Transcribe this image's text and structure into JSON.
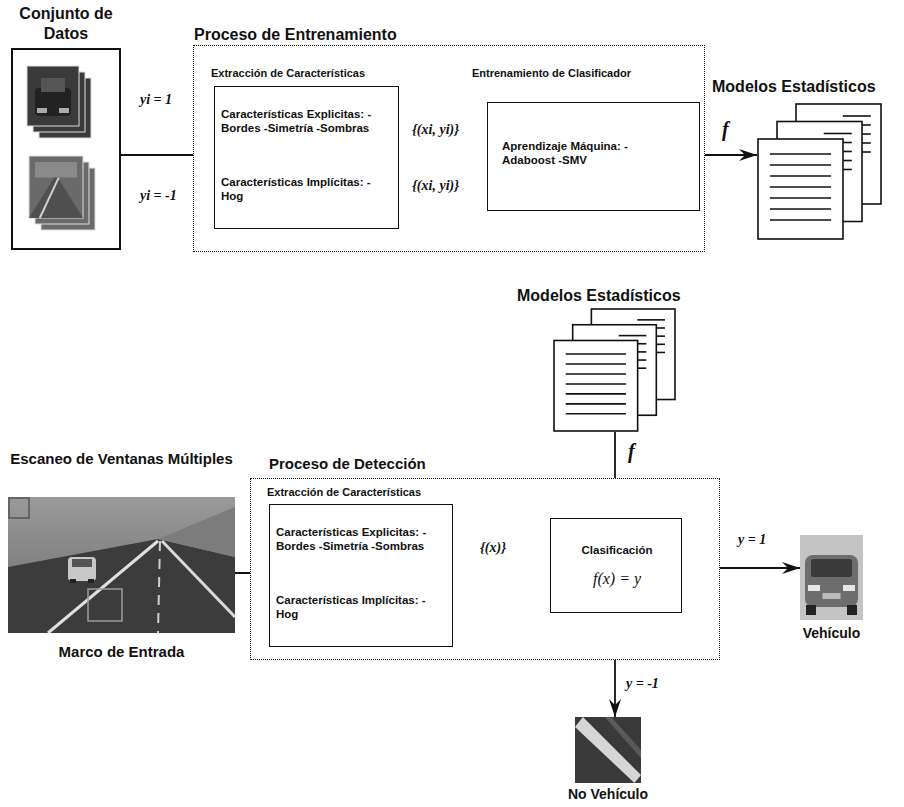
{
  "diagram": {
    "nodes": [
      {
        "text": [
          "Conjunto de Datos"
        ]
      },
      {
        "text": [
          "Proceso de Entrenamiento"
        ]
      },
      {
        "text": [
          "Extracción de Características",
          "Características Explicitas: -Bordes -Simetría -Sombras",
          "Características Implícitas: -Hog"
        ],
        "in": 1
      },
      {
        "text": [
          "Entrenamiento de Clasificador",
          "Aprendizaje Máquina: -Adaboost -SMV"
        ],
        "in": 1
      },
      {
        "text": [
          "Modelos Estadísticos"
        ]
      },
      {
        "text": [
          "Modelos Estadísticos"
        ]
      },
      {
        "text": [
          "Escaneo de Ventanas Múltiples",
          "Marco de Entrada"
        ]
      },
      {
        "text": [
          "Proceso de Detección"
        ]
      },
      {
        "text": [
          "Extracción de Características",
          "Características Explicitas: -Bordes -Simetría -Sombras",
          "Características Implícitas: -Hog"
        ],
        "in": 7
      },
      {
        "text": [
          "Clasificación",
          "f(x) = y"
        ],
        "in": 7
      },
      {
        "text": [
          "Vehículo"
        ]
      },
      {
        "text": [
          "No Vehículo"
        ]
      }
    ],
    "edges": [
      {
        "from": 0,
        "to": 2,
        "label": "yi = 1",
        "arrow": "to"
      },
      {
        "from": 2,
        "to": 3,
        "label": "{(xi, yi)}",
        "arrow": "to"
      },
      {
        "from": 3,
        "to": 4,
        "label": "f",
        "arrow": "to"
      },
      {
        "from": 5,
        "to": 9,
        "label": "f",
        "arrow": "to"
      },
      {
        "from": 6,
        "to": 8,
        "arrow": "to"
      },
      {
        "from": 8,
        "to": 9,
        "label": "{(x)}",
        "arrow": "to"
      },
      {
        "from": 9,
        "to": 10,
        "label": "y = 1",
        "arrow": "to"
      },
      {
        "from": 9,
        "to": 11,
        "label": "y = -1",
        "arrow": "to"
      }
    ],
    "labels": [
      "yi = -1",
      "{(xi, yi)}"
    ]
  }
}
